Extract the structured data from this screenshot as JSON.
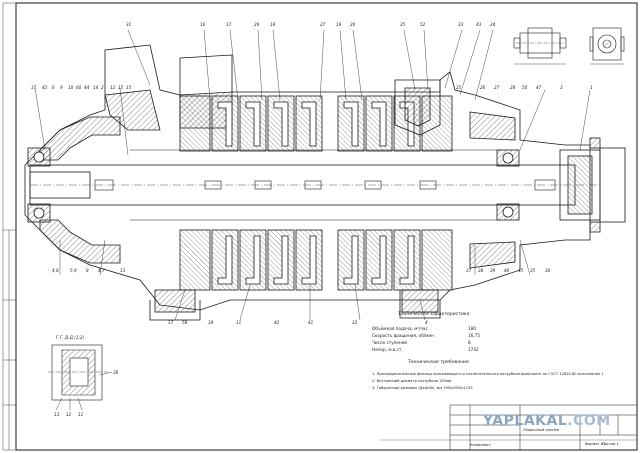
{
  "drawing": {
    "tech_specs": {
      "heading": "Техническая характеристика",
      "rows": [
        {
          "label": "Объёмная подача, м³/час",
          "value": "180"
        },
        {
          "label": "Скорость вращения, об/мин",
          "value": "16,75"
        },
        {
          "label": "Число ступеней",
          "value": "8"
        },
        {
          "label": "Напор, м.в.ст.",
          "value": "1742"
        }
      ]
    },
    "tech_requirements": {
      "heading": "Технические требования",
      "items": [
        "1. Присоединительные фланцы всасывающего и нагнетательного патрубков выполнить по ГОСТ 12815-80 исполнение 1",
        "2. Внутренний диаметр патрубков 150мм",
        "3. Габаритные размеры (ДхШхВ), мм          1900х950х1155"
      ]
    },
    "section_label": "Г-Г, Д-Д (1:2)",
    "title_block": {
      "name": "Сборочный чертёж",
      "sheet": "Листов 1",
      "format": "Формат А1",
      "copied": "Копировал"
    },
    "watermark": {
      "main": "YAPLAKAL",
      "domain": ".COM"
    },
    "callouts_top": [
      "31",
      "16",
      "17",
      "29",
      "18",
      "27",
      "19",
      "20",
      "35",
      "52",
      "33",
      "43",
      "24"
    ],
    "callouts_left": [
      "37",
      "43",
      "6",
      "9",
      "10",
      "60",
      "44",
      "14",
      "2",
      "12",
      "15",
      "15"
    ],
    "callouts_right": [
      "25",
      "26",
      "27",
      "28",
      "50",
      "47",
      "3",
      "1"
    ],
    "callouts_bottom_left": [
      "4,8",
      "5,9",
      "8",
      "4,7",
      "13"
    ],
    "callouts_bottom_mid": [
      "17",
      "58",
      "18",
      "11",
      "42",
      "41",
      "22",
      "4"
    ],
    "callouts_bottom_right": [
      "37",
      "38",
      "39",
      "46",
      "45",
      "35",
      "30"
    ],
    "callouts_detail": [
      "36",
      "13",
      "12",
      "11"
    ]
  },
  "colors": {
    "line": "#1a1a1a",
    "hatch": "#3a3a3a",
    "center": "#555555",
    "paper": "#ffffff",
    "watermark": "#8aa5c2"
  }
}
